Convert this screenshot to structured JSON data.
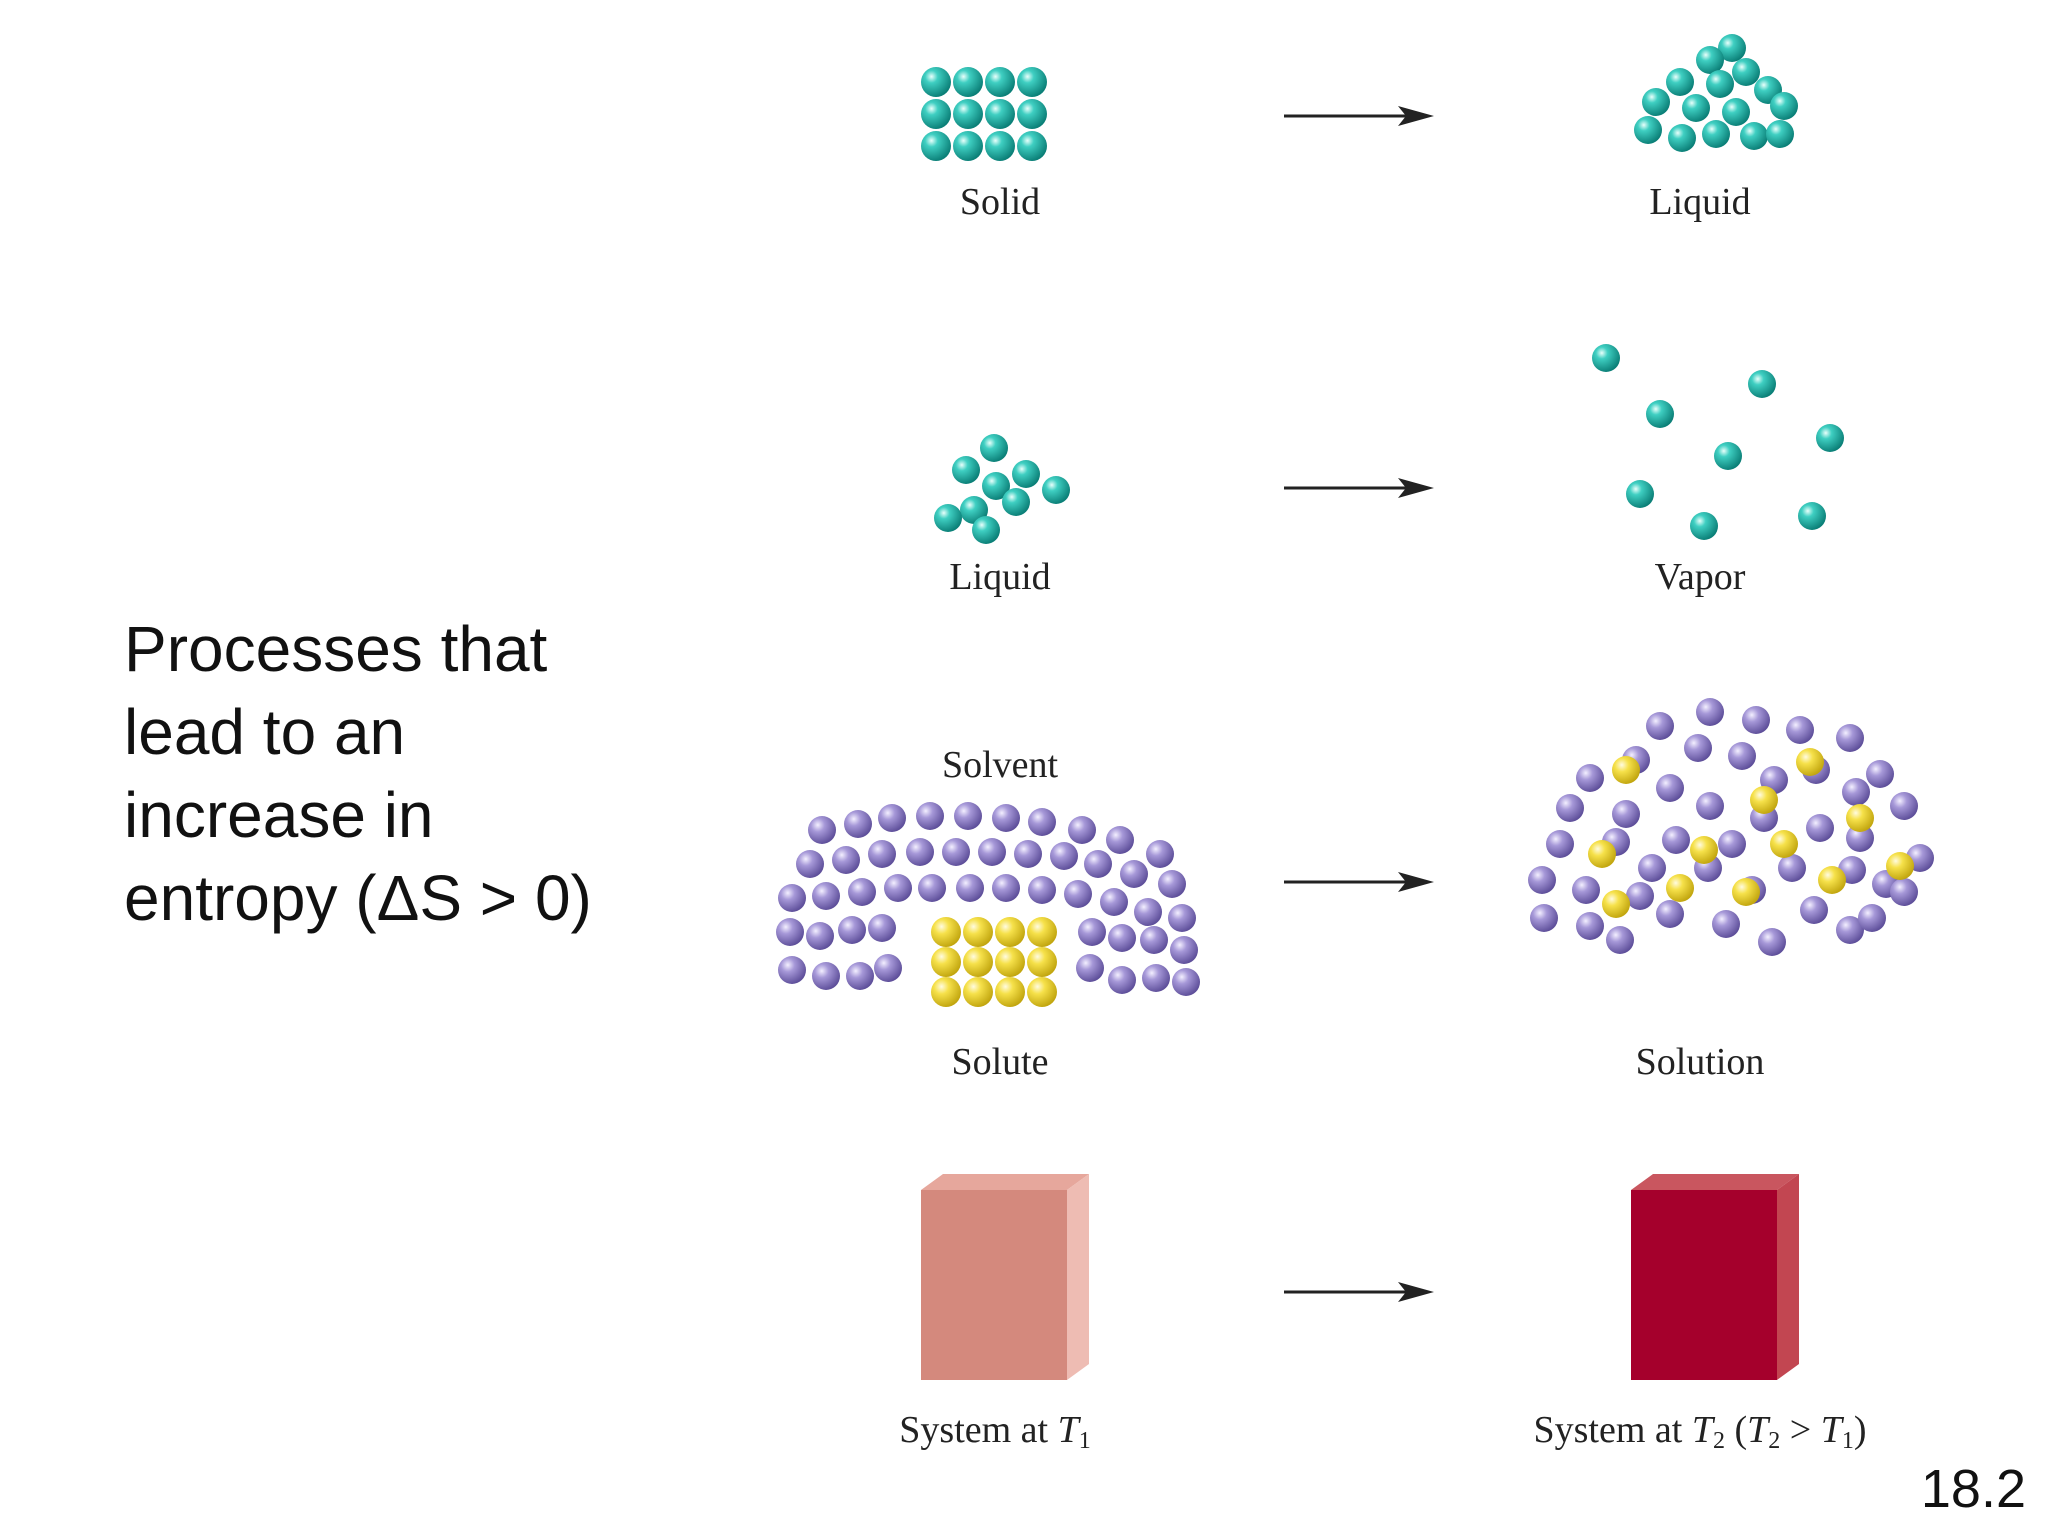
{
  "heading": {
    "lines": [
      "Processes that",
      "lead to an",
      "increase in",
      "entropy (ΔS > 0)"
    ]
  },
  "slide_number": "18.2",
  "colors": {
    "teal": "#1fb4a8",
    "purple": "#9b8ccf",
    "yellow": "#f3dd3b",
    "system_t1": "#d4897d",
    "system_t2": "#a5002c"
  },
  "rows": [
    {
      "left_labels": [
        "Solid"
      ],
      "right_labels": [
        "Liquid"
      ]
    },
    {
      "left_labels": [
        "Liquid"
      ],
      "right_labels": [
        "Vapor"
      ]
    },
    {
      "left_labels": [
        "Solvent",
        "Solute"
      ],
      "right_labels": [
        "Solution"
      ]
    },
    {
      "left_label": {
        "prefix": "System at ",
        "var": "T",
        "sub": "1"
      },
      "right_label": {
        "prefix": "System at ",
        "var1": "T",
        "sub1": "2",
        "open": " (",
        "var2": "T",
        "sub2": "2",
        "gt": " > ",
        "var3": "T",
        "sub3": "1",
        "close": ")"
      }
    }
  ]
}
